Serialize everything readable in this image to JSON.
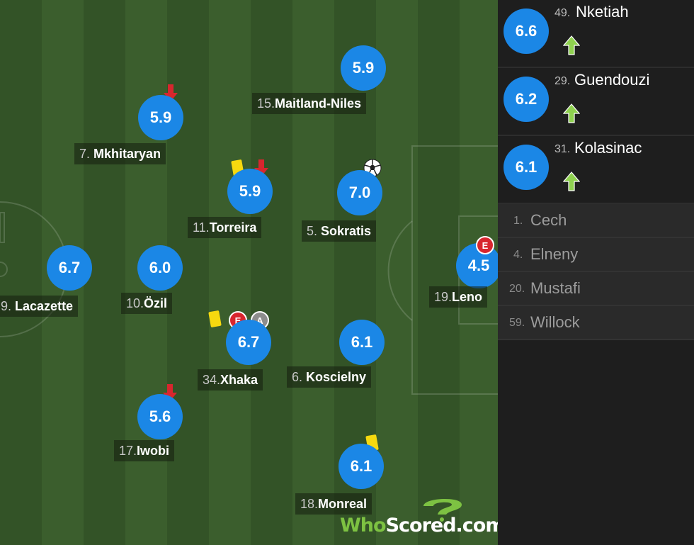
{
  "colors": {
    "rating_bubble": "#1b87e6",
    "pitch_dark": "#335327",
    "pitch_light": "#3b5e2d",
    "yellow_card": "#f6d90f",
    "error_badge": "#d8262e",
    "sub_out_arrow": "#d8262e",
    "sub_in_arrow": "#7dc242"
  },
  "players": [
    {
      "id": "mhitaryan",
      "num": "7.",
      "name": "Mkhitaryan",
      "rating": "5.9",
      "icons": [
        "sub-out-arrow-icon"
      ]
    },
    {
      "id": "maitland",
      "num": "15.",
      "name": "Maitland-Niles",
      "rating": "5.9",
      "icons": []
    },
    {
      "id": "torreira",
      "num": "11.",
      "name": "Torreira",
      "rating": "5.9",
      "icons": [
        "yellow-card-icon",
        "sub-out-arrow-icon"
      ]
    },
    {
      "id": "sokratis",
      "num": "5.",
      "name": "Sokratis",
      "rating": "7.0",
      "icons": [
        "goal-ball-icon"
      ]
    },
    {
      "id": "lacazette",
      "num": "9.",
      "name": "Lacazette",
      "rating": "6.7",
      "icons": []
    },
    {
      "id": "ozil",
      "num": "10.",
      "name": "Özil",
      "rating": "6.0",
      "icons": []
    },
    {
      "id": "leno",
      "num": "19.",
      "name": "Leno",
      "rating": "4.5",
      "icons": [
        "error-badge-icon"
      ],
      "error_letter": "E"
    },
    {
      "id": "xhaka",
      "num": "34.",
      "name": "Xhaka",
      "rating": "6.7",
      "icons": [
        "yellow-card-icon",
        "error-badge-icon",
        "assist-badge-icon"
      ],
      "error_letter": "E",
      "assist_letter": "A"
    },
    {
      "id": "koscielny",
      "num": "6.",
      "name": "Koscielny",
      "rating": "6.1",
      "icons": []
    },
    {
      "id": "iwobi",
      "num": "17.",
      "name": "Iwobi",
      "rating": "5.6",
      "icons": [
        "sub-out-arrow-icon"
      ]
    },
    {
      "id": "monreal",
      "num": "18.",
      "name": "Monreal",
      "rating": "6.1",
      "icons": [
        "yellow-card-icon"
      ]
    }
  ],
  "substitutes": [
    {
      "num": "49.",
      "name": "Nketiah",
      "rating": "6.6",
      "icon": "sub-in-arrow-icon"
    },
    {
      "num": "29.",
      "name": "Guendouzi",
      "rating": "6.2",
      "icon": "sub-in-arrow-icon"
    },
    {
      "num": "31.",
      "name": "Kolasinac",
      "rating": "6.1",
      "icon": "sub-in-arrow-icon"
    }
  ],
  "reserves": [
    {
      "num": "1.",
      "name": "Cech"
    },
    {
      "num": "4.",
      "name": "Elneny"
    },
    {
      "num": "20.",
      "name": "Mustafi"
    },
    {
      "num": "59.",
      "name": "Willock"
    }
  ],
  "logo": {
    "who": "Who",
    "scored": "Scored",
    "com": ".com"
  }
}
